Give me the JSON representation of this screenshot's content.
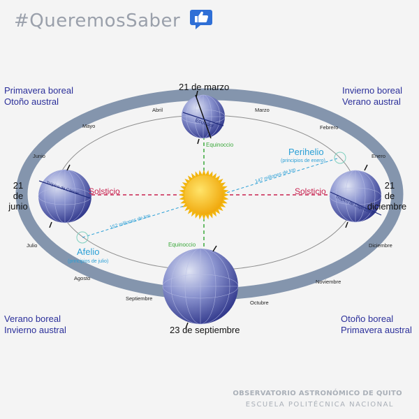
{
  "header": {
    "hashtag": "#QueremosSaber",
    "like_icon": "thumbs-up-icon",
    "like_icon_color": "#2f6fd6"
  },
  "corners": {
    "top_left": [
      "Primavera boreal",
      "Otoño austral"
    ],
    "top_right": [
      "Invierno boreal",
      "Verano austral"
    ],
    "bottom_left": [
      "Verano boreal",
      "Invierno austral"
    ],
    "bottom_right": [
      "Otoño boreal",
      "Primavera austral"
    ]
  },
  "dates": {
    "march": "21 de marzo",
    "september": "23 de septiembre",
    "june": [
      "21",
      "de",
      "junio"
    ],
    "december": [
      "21",
      "de",
      "diciembre"
    ]
  },
  "months": [
    "Abril",
    "Marzo",
    "Mayo",
    "Febrero",
    "Junio",
    "Enero",
    "Julio",
    "Diciembre",
    "Agosto",
    "Noviembre",
    "Septiembre",
    "Octubre"
  ],
  "labels": {
    "equinox_top": "Equinoccio",
    "equinox_bottom": "Equinoccio",
    "solstice_left": "Solsticio",
    "solstice_right": "Solsticio",
    "perihelion": "Perihelio",
    "perihelion_sub": "(principios de enero)",
    "aphelion": "Afelio",
    "aphelion_sub": "(principios de julio)",
    "dist_perihelion": "147 millones de km",
    "dist_aphelion": "152 millones de km",
    "ecuador": "Ecuador",
    "tropic_cancer": "Trópico de Cáncer",
    "tropic_capricorn": "Trópico de Capricornio"
  },
  "footer": {
    "org": "OBSERVATORIO ASTRONÓMICO DE QUITO",
    "school": "ESCUELA POLITÉCNICA NACIONAL"
  },
  "colors": {
    "orbit_band": "#8495ad",
    "sun": "#f2b50f",
    "solstice": "#c8224f",
    "equinox": "#3aa83a",
    "perihelion": "#2a9fd6",
    "corner_text": "#2b2f9a"
  }
}
